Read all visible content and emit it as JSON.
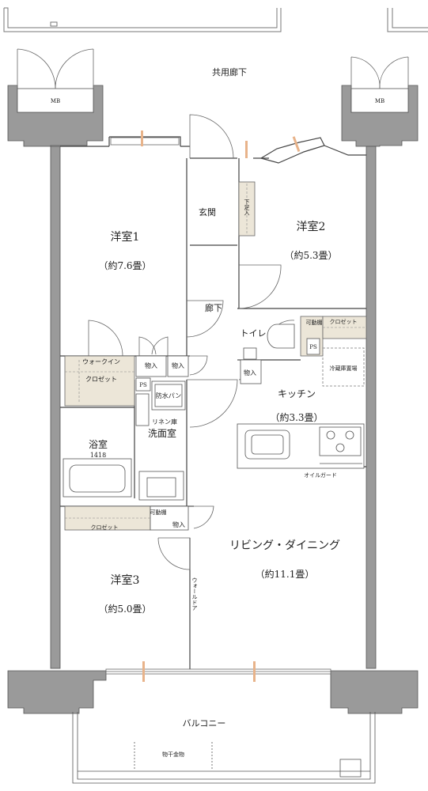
{
  "rooms": {
    "western1": {
      "name": "洋室1",
      "size": "（約7.6畳）"
    },
    "western2": {
      "name": "洋室2",
      "size": "（約5.3畳）"
    },
    "western3": {
      "name": "洋室3",
      "size": "（約5.0畳）"
    },
    "kitchen": {
      "name": "キッチン",
      "size": "（約3.3畳）"
    },
    "living": {
      "name": "リビング・ダイニング",
      "size": "（約11.1畳）"
    },
    "entrance": "玄関",
    "corridor": "廊下",
    "toilet": "トイレ",
    "bath": {
      "name": "浴室",
      "size": "1418"
    },
    "washroom": "洗面室"
  },
  "labels": {
    "common_corridor": "共用廊下",
    "balcony": "バルコニー",
    "mb": "MB",
    "walk_in_closet": [
      "ウォークイン",
      "クロゼット"
    ],
    "closet": "クロゼット",
    "storage": "物入",
    "ps": "PS",
    "waterproof_pan": "防水パン",
    "linen": "リネン庫",
    "fridge": "冷蔵庫置場",
    "oil_guard": "オイルガード",
    "movable_shelf": "可動棚",
    "shoe_box": "下足入",
    "wall_door": "ウォールドア",
    "laundry_fitting": "物干金物"
  }
}
